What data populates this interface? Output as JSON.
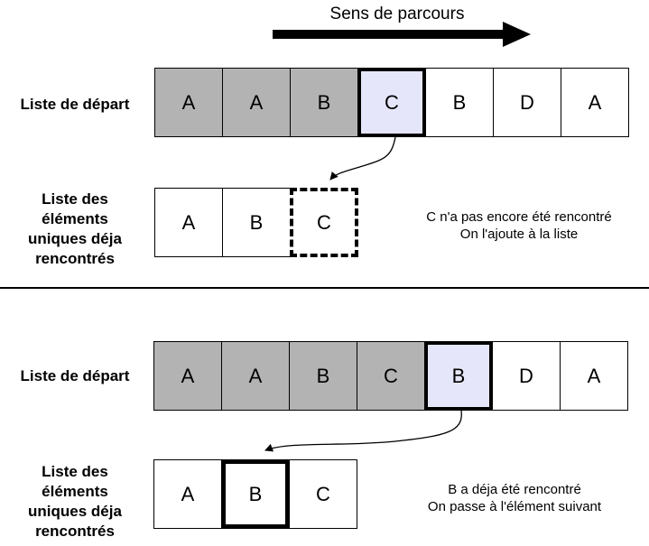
{
  "title": "Sens de parcours",
  "colors": {
    "visited_fill": "#b3b3b3",
    "current_fill": "#e6e6fa",
    "plain_fill": "#ffffff",
    "line": "#000000"
  },
  "panels": [
    {
      "start_list": {
        "label": "Liste de départ",
        "cells": [
          {
            "letter": "A",
            "state": "visited"
          },
          {
            "letter": "A",
            "state": "visited"
          },
          {
            "letter": "B",
            "state": "visited"
          },
          {
            "letter": "C",
            "state": "current"
          },
          {
            "letter": "B",
            "state": "future"
          },
          {
            "letter": "D",
            "state": "future"
          },
          {
            "letter": "A",
            "state": "future"
          }
        ]
      },
      "unique_list": {
        "label": "Liste des\néléments\nuniques déja\nrencontrés",
        "cells": [
          {
            "letter": "A",
            "state": "normal"
          },
          {
            "letter": "B",
            "state": "normal"
          },
          {
            "letter": "C",
            "state": "adding"
          }
        ]
      },
      "note": {
        "line1": "C n'a pas encore été rencontré",
        "line2": "On l'ajoute à la liste"
      }
    },
    {
      "start_list": {
        "label": "Liste de départ",
        "cells": [
          {
            "letter": "A",
            "state": "visited"
          },
          {
            "letter": "A",
            "state": "visited"
          },
          {
            "letter": "B",
            "state": "visited"
          },
          {
            "letter": "C",
            "state": "visited"
          },
          {
            "letter": "B",
            "state": "current"
          },
          {
            "letter": "D",
            "state": "future"
          },
          {
            "letter": "A",
            "state": "future"
          }
        ]
      },
      "unique_list": {
        "label": "Liste des\néléments\nuniques déja\nrencontrés",
        "cells": [
          {
            "letter": "A",
            "state": "normal"
          },
          {
            "letter": "B",
            "state": "match"
          },
          {
            "letter": "C",
            "state": "normal"
          }
        ]
      },
      "note": {
        "line1": "B a déja été rencontré",
        "line2": "On passe à l'élément suivant"
      }
    }
  ]
}
